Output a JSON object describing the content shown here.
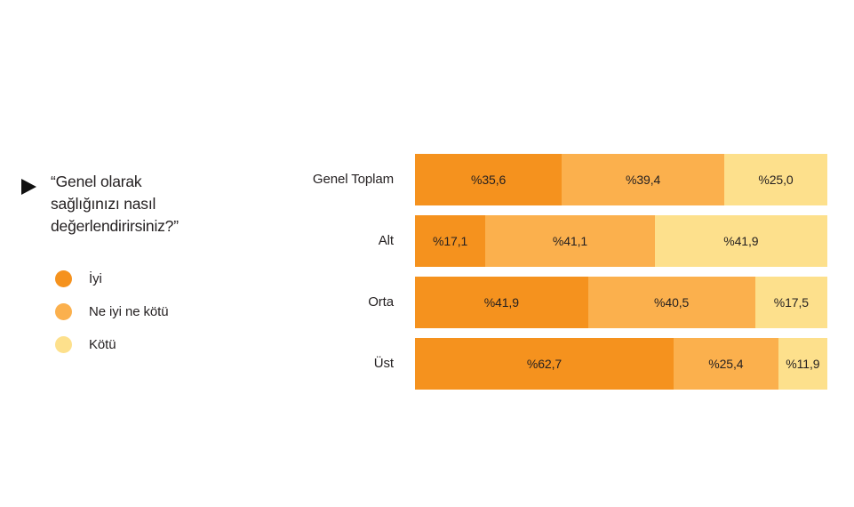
{
  "question": {
    "bullet": "triangle-right",
    "text": "“Genel olarak\nsağlığınızı nasıl\ndeğerlendirirsiniz?”"
  },
  "legend": {
    "items": [
      {
        "label": "İyi",
        "color": "#F5921E"
      },
      {
        "label": "Ne iyi ne kötü",
        "color": "#FBB04D"
      },
      {
        "label": "Kötü",
        "color": "#FDE08C"
      }
    ]
  },
  "chart_data": {
    "type": "bar",
    "subtype": "stacked-horizontal-100",
    "title": "“Genel olarak sağlığınızı nasıl değerlendirirsiniz?”",
    "xlabel": "",
    "ylabel": "",
    "xlim": [
      0,
      100
    ],
    "grid": false,
    "legend_position": "left",
    "categories": [
      "Genel Toplam",
      "Alt",
      "Orta",
      "Üst"
    ],
    "series": [
      {
        "name": "İyi",
        "color": "#F5921E",
        "values": [
          35.6,
          17.1,
          41.9,
          62.7
        ]
      },
      {
        "name": "Ne iyi ne kötü",
        "color": "#FBB04D",
        "values": [
          39.4,
          41.1,
          40.5,
          25.4
        ]
      },
      {
        "name": "Kötü",
        "color": "#FDE08C",
        "values": [
          25.0,
          41.9,
          17.5,
          11.9
        ]
      }
    ],
    "rows": [
      {
        "category": "Genel Toplam",
        "segments": [
          {
            "series": "İyi",
            "value": 35.6,
            "label": "%35,6",
            "color": "#F5921E"
          },
          {
            "series": "Ne iyi ne kötü",
            "value": 39.4,
            "label": "%39,4",
            "color": "#FBB04D"
          },
          {
            "series": "Kötü",
            "value": 25.0,
            "label": "%25,0",
            "color": "#FDE08C"
          }
        ]
      },
      {
        "category": "Alt",
        "segments": [
          {
            "series": "İyi",
            "value": 17.1,
            "label": "%17,1",
            "color": "#F5921E"
          },
          {
            "series": "Ne iyi ne kötü",
            "value": 41.1,
            "label": "%41,1",
            "color": "#FBB04D"
          },
          {
            "series": "Kötü",
            "value": 41.9,
            "label": "%41,9",
            "color": "#FDE08C"
          }
        ]
      },
      {
        "category": "Orta",
        "segments": [
          {
            "series": "İyi",
            "value": 41.9,
            "label": "%41,9",
            "color": "#F5921E"
          },
          {
            "series": "Ne iyi ne kötü",
            "value": 40.5,
            "label": "%40,5",
            "color": "#FBB04D"
          },
          {
            "series": "Kötü",
            "value": 17.5,
            "label": "%17,5",
            "color": "#FDE08C"
          }
        ]
      },
      {
        "category": "Üst",
        "segments": [
          {
            "series": "İyi",
            "value": 62.7,
            "label": "%62,7",
            "color": "#F5921E"
          },
          {
            "series": "Ne iyi ne kötü",
            "value": 25.4,
            "label": "%25,4",
            "color": "#FBB04D"
          },
          {
            "series": "Kötü",
            "value": 11.9,
            "label": "%11,9",
            "color": "#FDE08C"
          }
        ]
      }
    ]
  },
  "colors": {
    "background": "#FFFFFF",
    "text": "#231F20",
    "good": "#F5921E",
    "neutral": "#FBB04D",
    "bad": "#FDE08C"
  }
}
